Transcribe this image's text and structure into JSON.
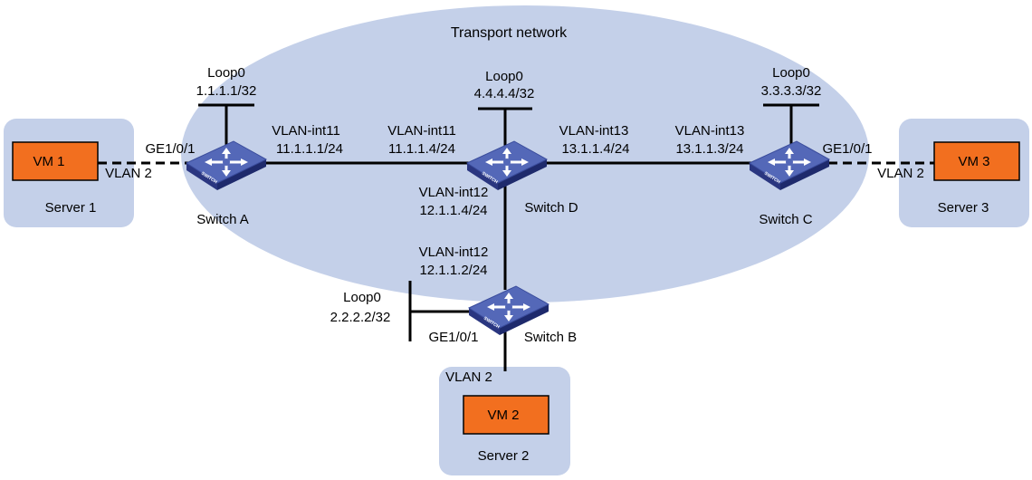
{
  "colors": {
    "cloud": "#c4d0e9",
    "server_box": "#c4d0e9",
    "vm_fill": "#f26f1f",
    "link": "#000000",
    "switch_top": "#5468b8",
    "switch_side": "#2a3680"
  },
  "network": {
    "label": "Transport network"
  },
  "switches": {
    "a": {
      "name": "Switch A",
      "loop_name": "Loop0",
      "loop_ip": "1.1.1.1/32",
      "port": "GE1/0/1",
      "icon": "switch-icon"
    },
    "b": {
      "name": "Switch B",
      "loop_name": "Loop0",
      "loop_ip": "2.2.2.2/32",
      "port": "GE1/0/1",
      "icon": "switch-icon"
    },
    "c": {
      "name": "Switch C",
      "loop_name": "Loop0",
      "loop_ip": "3.3.3.3/32",
      "port": "GE1/0/1",
      "icon": "switch-icon"
    },
    "d": {
      "name": "Switch D",
      "loop_name": "Loop0",
      "loop_ip": "4.4.4.4/32",
      "icon": "switch-icon"
    }
  },
  "switch_icon_text": "SWITCH",
  "interfaces": {
    "a_d_a": {
      "name": "VLAN-int11",
      "ip": "11.1.1.1/24"
    },
    "a_d_d": {
      "name": "VLAN-int11",
      "ip": "11.1.1.4/24"
    },
    "d_c_d": {
      "name": "VLAN-int13",
      "ip": "13.1.1.4/24"
    },
    "d_c_c": {
      "name": "VLAN-int13",
      "ip": "13.1.1.3/24"
    },
    "d_b_d": {
      "name": "VLAN-int12",
      "ip": "12.1.1.4/24"
    },
    "d_b_b": {
      "name": "VLAN-int12",
      "ip": "12.1.1.2/24"
    }
  },
  "servers": {
    "s1": {
      "name": "Server 1",
      "vm": "VM 1",
      "vlan": "VLAN 2"
    },
    "s2": {
      "name": "Server 2",
      "vm": "VM 2",
      "vlan": "VLAN 2"
    },
    "s3": {
      "name": "Server 3",
      "vm": "VM 3",
      "vlan": "VLAN 2"
    }
  }
}
